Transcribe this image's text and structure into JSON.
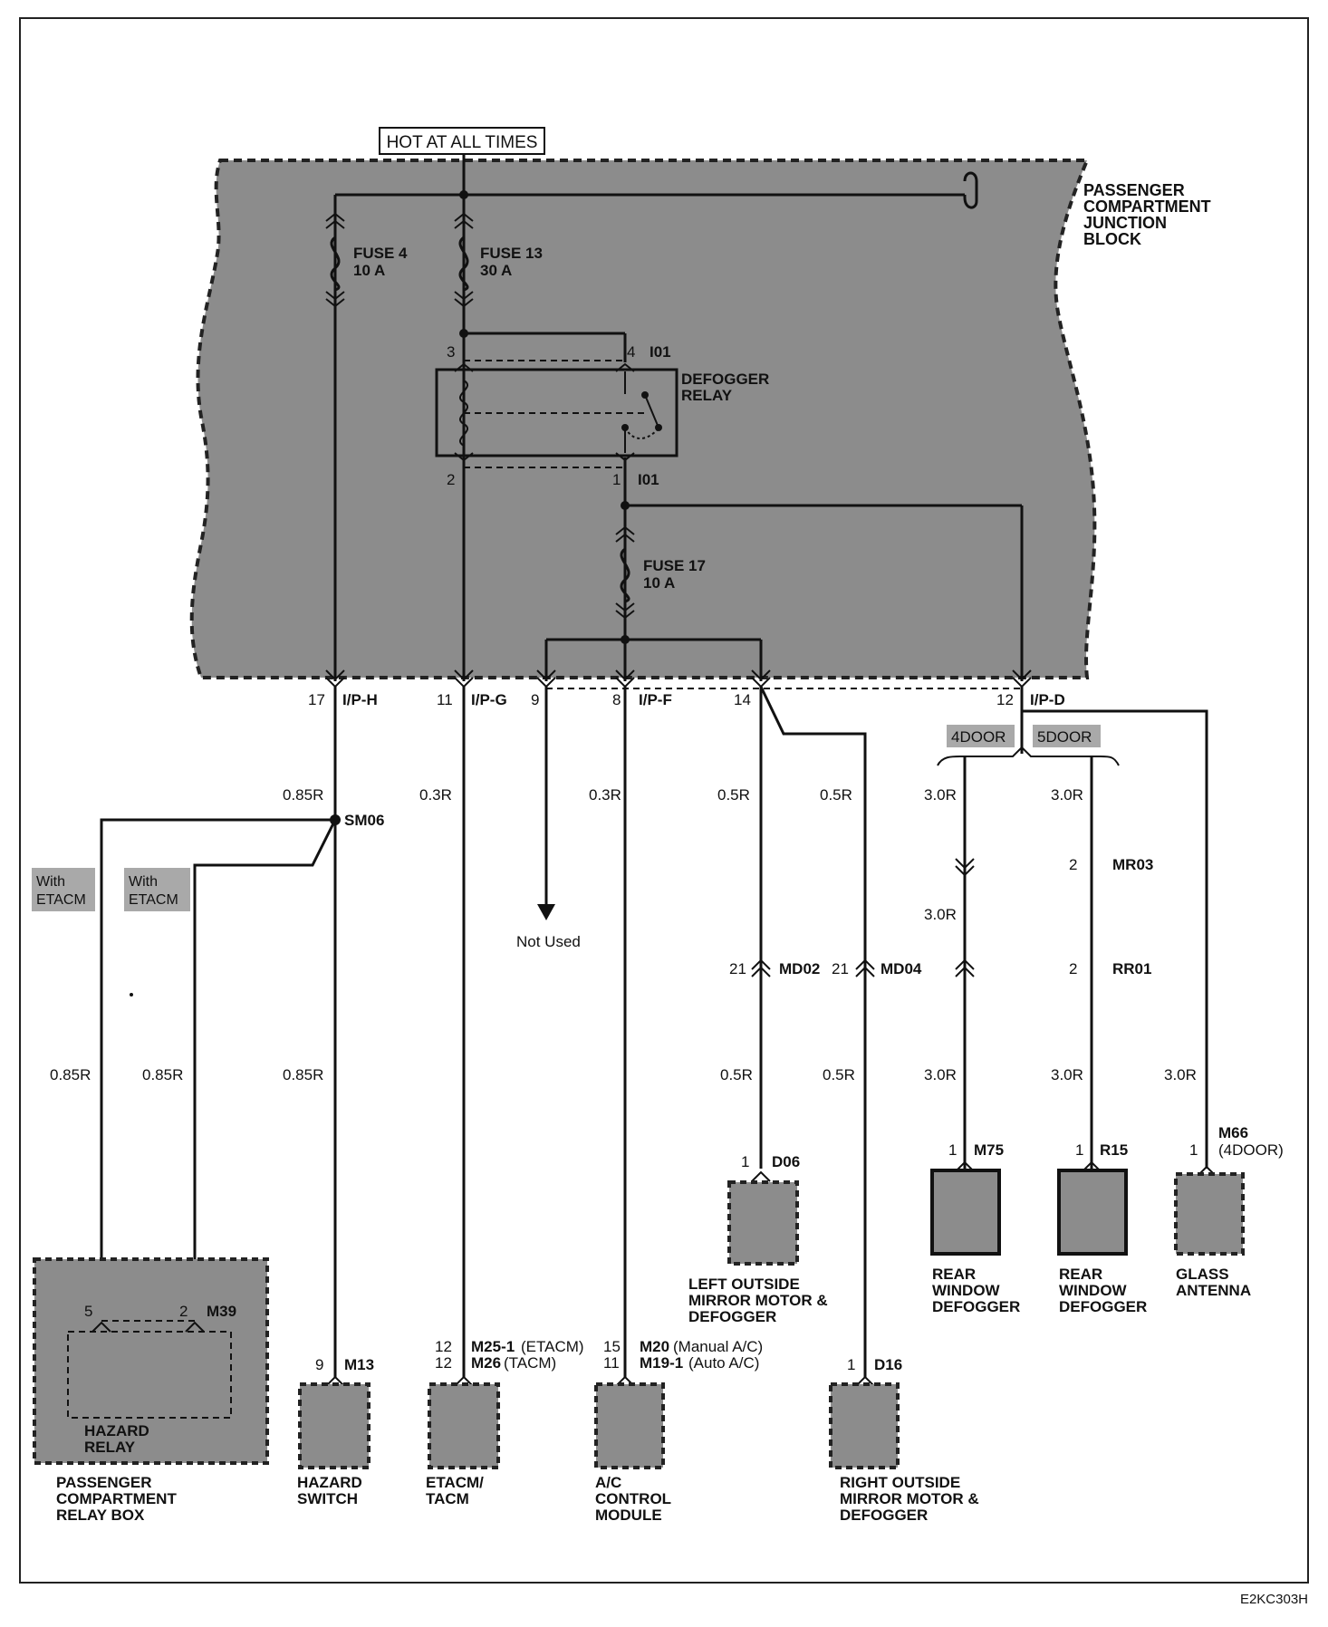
{
  "header": {
    "hot_label": "HOT AT ALL TIMES"
  },
  "junction_block": {
    "label_lines": [
      "PASSENGER",
      "COMPARTMENT",
      "JUNCTION",
      "BLOCK"
    ]
  },
  "fuses": {
    "fuse4": {
      "name": "FUSE 4",
      "rating": "10 A"
    },
    "fuse13": {
      "name": "FUSE 13",
      "rating": "30 A"
    },
    "fuse17": {
      "name": "FUSE 17",
      "rating": "10 A"
    }
  },
  "relay": {
    "name_lines": [
      "DEFOGGER",
      "RELAY"
    ],
    "pin3": "3",
    "pin4": "4",
    "pin2": "2",
    "pin1": "1",
    "conn_top": "I01",
    "conn_bottom": "I01"
  },
  "block_pins": {
    "p17": "17",
    "c_iph": "I/P-H",
    "p11": "11",
    "c_ipg": "I/P-G",
    "p9": "9",
    "p8": "8",
    "c_ipf": "I/P-F",
    "p14": "14",
    "p12": "12",
    "c_ipd": "I/P-D"
  },
  "wires": {
    "w085_a": "0.85R",
    "w03_a": "0.3R",
    "w03_b": "0.3R",
    "w05_a": "0.5R",
    "w05_b": "0.5R",
    "w30_a": "3.0R",
    "w30_b": "3.0R",
    "w30_c": "3.0R",
    "w085_b": "0.85R",
    "w085_c": "0.85R",
    "w085_d": "0.85R",
    "w05_c": "0.5R",
    "w05_d": "0.5R",
    "w30_d": "3.0R",
    "w30_e": "3.0R",
    "w30_f": "3.0R"
  },
  "splice": "SM06",
  "tags": {
    "with_etacm_1": [
      "With",
      "ETACM"
    ],
    "with_etacm_2": [
      "With",
      "ETACM"
    ],
    "door4": "4DOOR",
    "door5": "5DOOR"
  },
  "not_used": "Not Used",
  "inline_connectors": {
    "mr03": {
      "pin": "2",
      "name": "MR03"
    },
    "md02": {
      "pin": "21",
      "name": "MD02"
    },
    "md04": {
      "pin": "21",
      "name": "MD04"
    },
    "rr01": {
      "pin": "2",
      "name": "RR01"
    }
  },
  "components": {
    "relay_box": {
      "pin5": "5",
      "pin2": "2",
      "conn": "M39",
      "inner_lines": [
        "HAZARD",
        "RELAY"
      ],
      "label_lines": [
        "PASSENGER",
        "COMPARTMENT",
        "RELAY BOX"
      ]
    },
    "hazard_switch": {
      "pin": "9",
      "conn": "M13",
      "label_lines": [
        "HAZARD",
        "SWITCH"
      ]
    },
    "etacm": {
      "pin_a": "12",
      "conn_a": "M25-1",
      "note_a": "(ETACM)",
      "pin_b": "12",
      "conn_b": "M26",
      "note_b": "(TACM)",
      "label_lines": [
        "ETACM/",
        "TACM"
      ]
    },
    "ac_module": {
      "pin_a": "15",
      "conn_a": "M20",
      "note_a": "(Manual A/C)",
      "pin_b": "11",
      "conn_b": "M19-1",
      "note_b": "(Auto A/C)",
      "label_lines": [
        "A/C",
        "CONTROL",
        "MODULE"
      ]
    },
    "left_mirror": {
      "pin": "1",
      "conn": "D06",
      "label_lines": [
        "LEFT OUTSIDE",
        "MIRROR MOTOR &",
        "DEFOGGER"
      ]
    },
    "right_mirror": {
      "pin": "1",
      "conn": "D16",
      "label_lines": [
        "RIGHT OUTSIDE",
        "MIRROR MOTOR &",
        "DEFOGGER"
      ]
    },
    "rear_def_4": {
      "pin": "1",
      "conn": "M75",
      "label_lines": [
        "REAR",
        "WINDOW",
        "DEFOGGER"
      ]
    },
    "rear_def_5": {
      "pin": "1",
      "conn": "R15",
      "label_lines": [
        "REAR",
        "WINDOW",
        "DEFOGGER"
      ]
    },
    "glass_antenna": {
      "pin": "1",
      "conn": "M66",
      "note": "(4DOOR)",
      "label_lines": [
        "GLASS",
        "ANTENNA"
      ]
    }
  },
  "footer_code": "E2KC303H"
}
